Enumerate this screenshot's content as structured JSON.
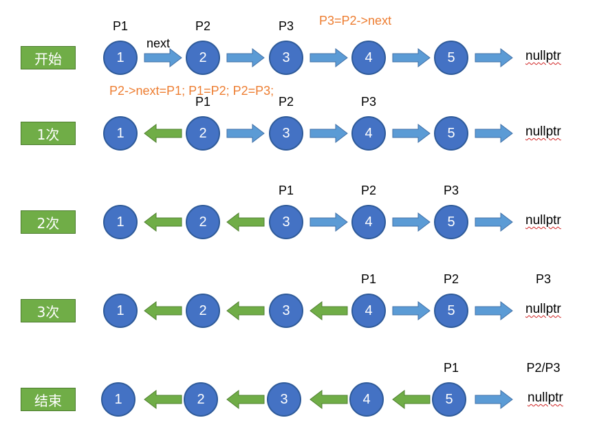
{
  "colors": {
    "node": "#4472c4",
    "label_bg": "#70ad47",
    "arrow_forward": "#5b9bd5",
    "arrow_backward": "#70ad47",
    "note": "#ed7d31"
  },
  "notes": {
    "p3_assign": "P3=P2->next",
    "step_ops": "P2->next=P1;  P1=P2; P2=P3;",
    "next_label": "next"
  },
  "null_label": "nullptr",
  "rows": [
    {
      "label": "开始",
      "nodes": [
        "1",
        "2",
        "3",
        "4",
        "5"
      ],
      "pointers": [
        {
          "text": "P1",
          "at": 0
        },
        {
          "text": "P2",
          "at": 1
        },
        {
          "text": "P3",
          "at": 2
        }
      ],
      "arrows": [
        "forward",
        "forward",
        "forward",
        "forward",
        "forward"
      ]
    },
    {
      "label": "1次",
      "nodes": [
        "1",
        "2",
        "3",
        "4",
        "5"
      ],
      "pointers": [
        {
          "text": "P1",
          "at": 1
        },
        {
          "text": "P2",
          "at": 2
        },
        {
          "text": "P3",
          "at": 3
        }
      ],
      "arrows": [
        "backward",
        "forward",
        "forward",
        "forward",
        "forward"
      ]
    },
    {
      "label": "2次",
      "nodes": [
        "1",
        "2",
        "3",
        "4",
        "5"
      ],
      "pointers": [
        {
          "text": "P1",
          "at": 2
        },
        {
          "text": "P2",
          "at": 3
        },
        {
          "text": "P3",
          "at": 4
        }
      ],
      "arrows": [
        "backward",
        "backward",
        "forward",
        "forward",
        "forward"
      ]
    },
    {
      "label": "3次",
      "nodes": [
        "1",
        "2",
        "3",
        "4",
        "5"
      ],
      "pointers": [
        {
          "text": "P1",
          "at": 3
        },
        {
          "text": "P2",
          "at": 4
        },
        {
          "text": "P3",
          "at": 5
        }
      ],
      "arrows": [
        "backward",
        "backward",
        "backward",
        "forward",
        "forward"
      ]
    },
    {
      "label": "结束",
      "nodes": [
        "1",
        "2",
        "3",
        "4",
        "5"
      ],
      "pointers": [
        {
          "text": "P1",
          "at": 4
        },
        {
          "text": "P2/P3",
          "at": 5
        }
      ],
      "arrows": [
        "backward",
        "backward",
        "backward",
        "backward",
        "forward"
      ]
    }
  ]
}
